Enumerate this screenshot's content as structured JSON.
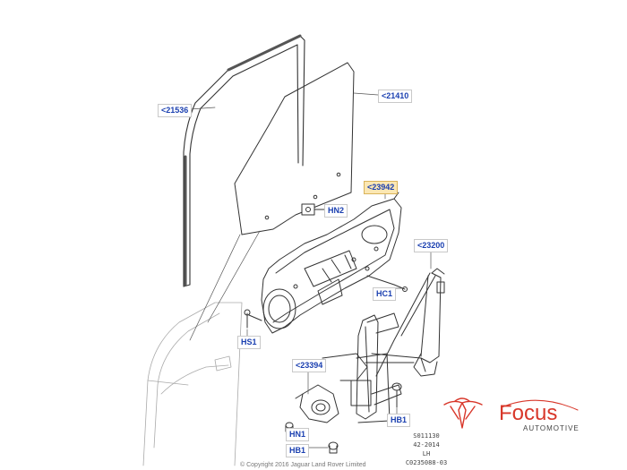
{
  "callouts": {
    "c21536": "<21536",
    "c21410": "<21410",
    "c23942": "<23942",
    "hn2": "HN2",
    "c23200": "<23200",
    "hc1": "HC1",
    "hs1": "HS1",
    "c23394": "<23394",
    "hn1": "HN1",
    "hb1_right": "HB1",
    "hb1_bottom": "HB1"
  },
  "info": {
    "line1": "S011130",
    "line2": "42-2014",
    "line3": "LH",
    "line4": "C0235088-03"
  },
  "copyright": "© Copyright 2016 Jaguar Land Rover Limited",
  "brand": {
    "name": "Focus",
    "sub": "AUTOMOTIVE",
    "color": "#d8372a"
  },
  "colors": {
    "callout_text": "#1a3fb0",
    "highlight": "#fbe7b3",
    "line": "#333333"
  }
}
